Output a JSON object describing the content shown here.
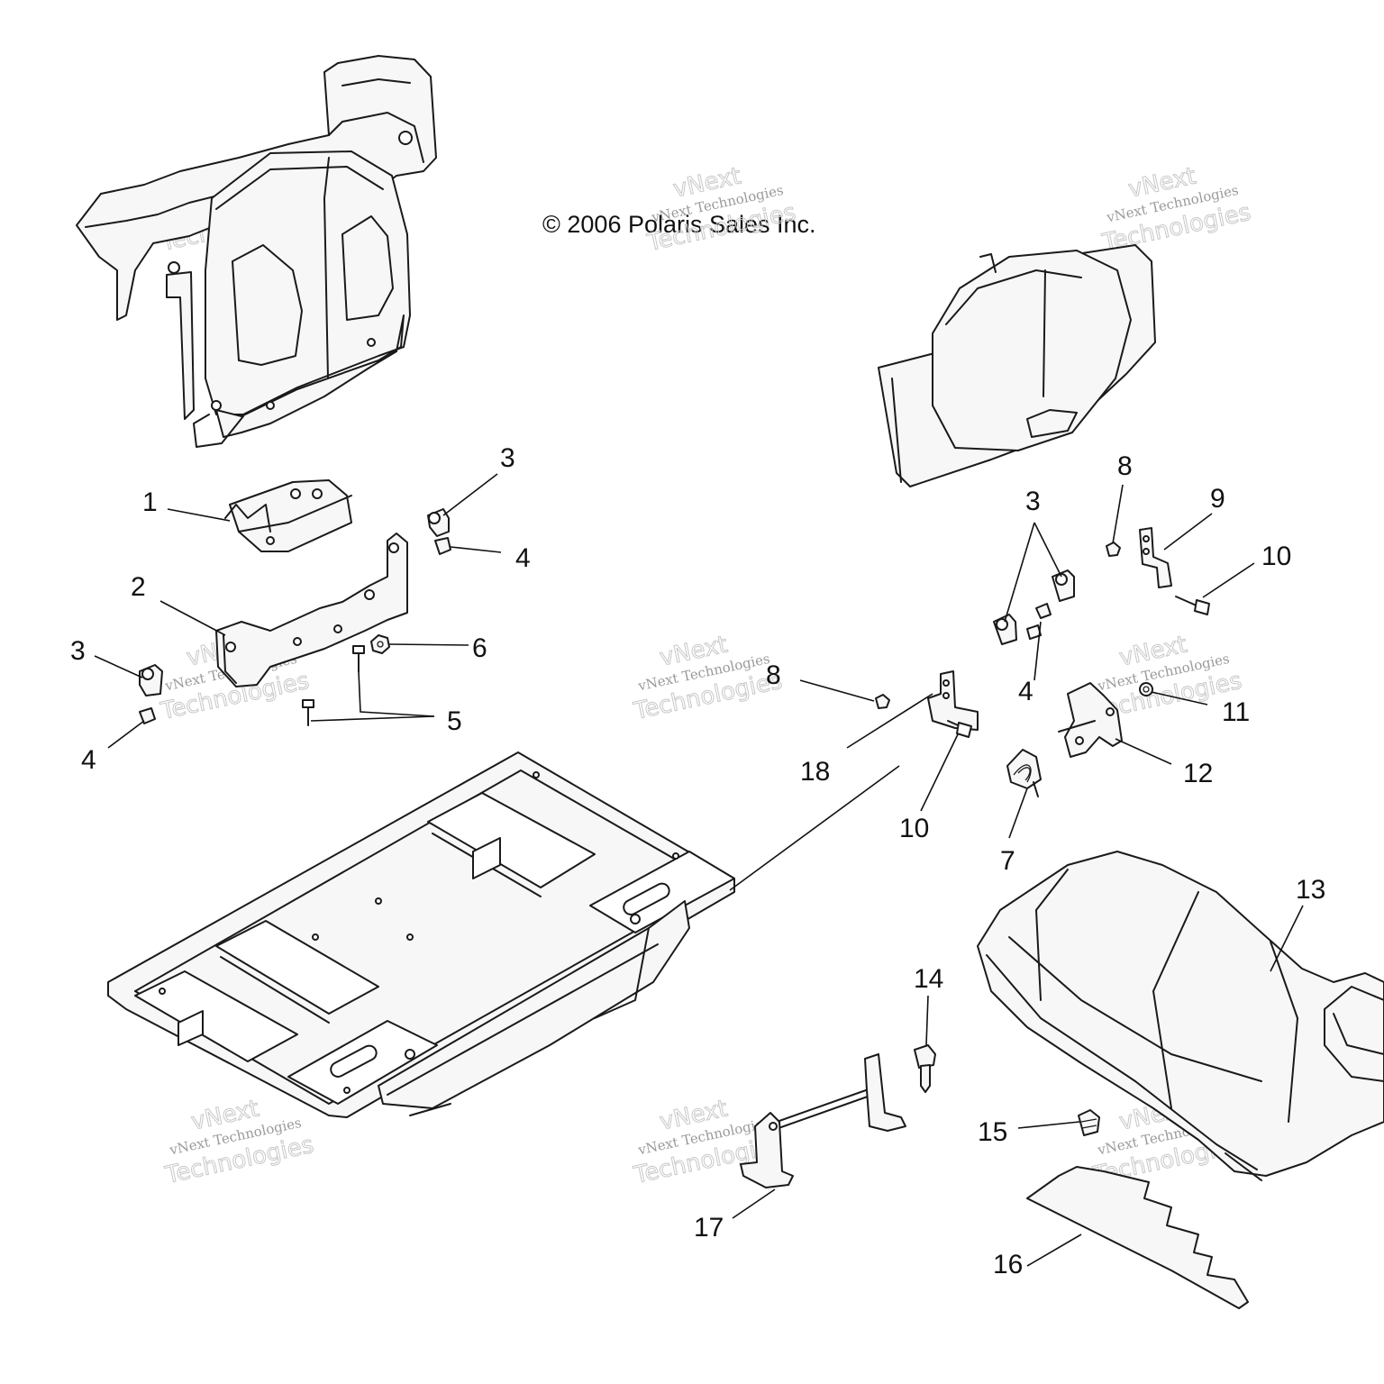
{
  "copyright": "© 2006 Polaris Sales Inc.",
  "watermark": {
    "line1": "vNext",
    "line2": "vNext Technologies",
    "line3": "Technologies"
  },
  "callouts": [
    {
      "id": "c1",
      "label": "1"
    },
    {
      "id": "c2",
      "label": "2"
    },
    {
      "id": "c3a",
      "label": "3"
    },
    {
      "id": "c3b",
      "label": "3"
    },
    {
      "id": "c3c",
      "label": "3"
    },
    {
      "id": "c4a",
      "label": "4"
    },
    {
      "id": "c4b",
      "label": "4"
    },
    {
      "id": "c4c",
      "label": "4"
    },
    {
      "id": "c5",
      "label": "5"
    },
    {
      "id": "c6",
      "label": "6"
    },
    {
      "id": "c7",
      "label": "7"
    },
    {
      "id": "c8a",
      "label": "8"
    },
    {
      "id": "c8b",
      "label": "8"
    },
    {
      "id": "c9",
      "label": "9"
    },
    {
      "id": "c10a",
      "label": "10"
    },
    {
      "id": "c10b",
      "label": "10"
    },
    {
      "id": "c11",
      "label": "11"
    },
    {
      "id": "c12",
      "label": "12"
    },
    {
      "id": "c13",
      "label": "13"
    },
    {
      "id": "c14",
      "label": "14"
    },
    {
      "id": "c15",
      "label": "15"
    },
    {
      "id": "c16",
      "label": "16"
    },
    {
      "id": "c17",
      "label": "17"
    },
    {
      "id": "c18",
      "label": "18"
    }
  ]
}
